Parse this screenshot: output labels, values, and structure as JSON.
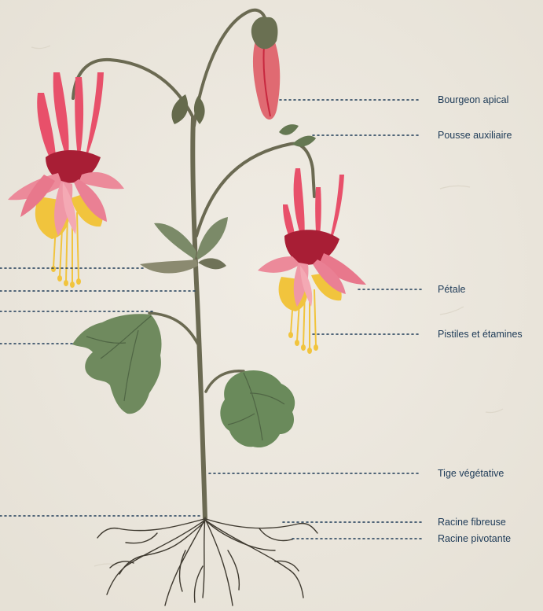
{
  "labels": {
    "apical_bud": "Bourgeon apical",
    "axillary_shoot": "Pousse auxiliaire",
    "petal": "Pétale",
    "pistils_stamens": "Pistiles et étamines",
    "vegetative_stem": "Tige végétative",
    "fibrous_root": "Racine fibreuse",
    "taproot": "Racine pivotante"
  },
  "colors": {
    "background": "#ece8df",
    "label_text": "#1d3a57",
    "leader_line": "#1d3a57",
    "stem": "#6b6a52",
    "leaf": "#6f8a5e",
    "petal_pink": "#ec8a9a",
    "sepal_red": "#c8283f",
    "stamen_yellow": "#f1c43d",
    "root": "#3f3a30"
  }
}
